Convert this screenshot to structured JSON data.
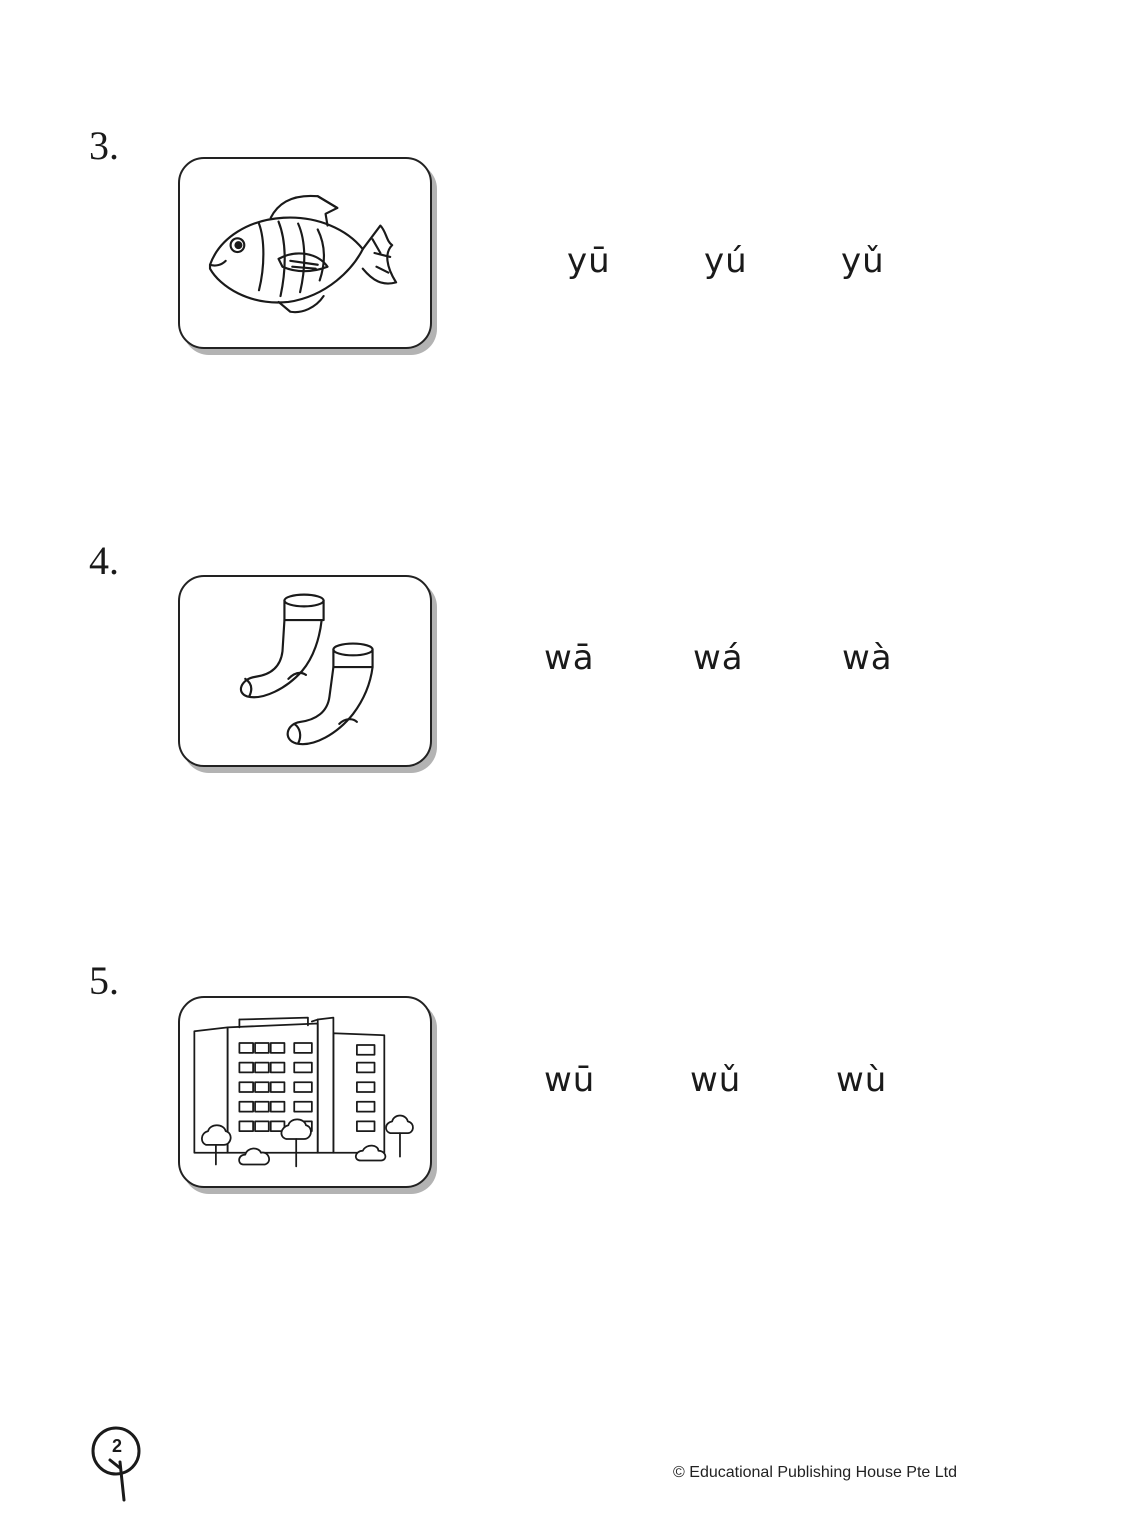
{
  "questions": [
    {
      "number": "3.",
      "picture_icon": "fish-icon",
      "options": [
        "yū",
        "yú",
        "yǔ"
      ]
    },
    {
      "number": "4.",
      "picture_icon": "socks-icon",
      "options": [
        "wā",
        "wá",
        "wà"
      ]
    },
    {
      "number": "5.",
      "picture_icon": "building-icon",
      "options": [
        "wū",
        "wǔ",
        "wù"
      ]
    }
  ],
  "footer": {
    "page_number": "2",
    "copyright": "© Educational Publishing House Pte Ltd"
  }
}
